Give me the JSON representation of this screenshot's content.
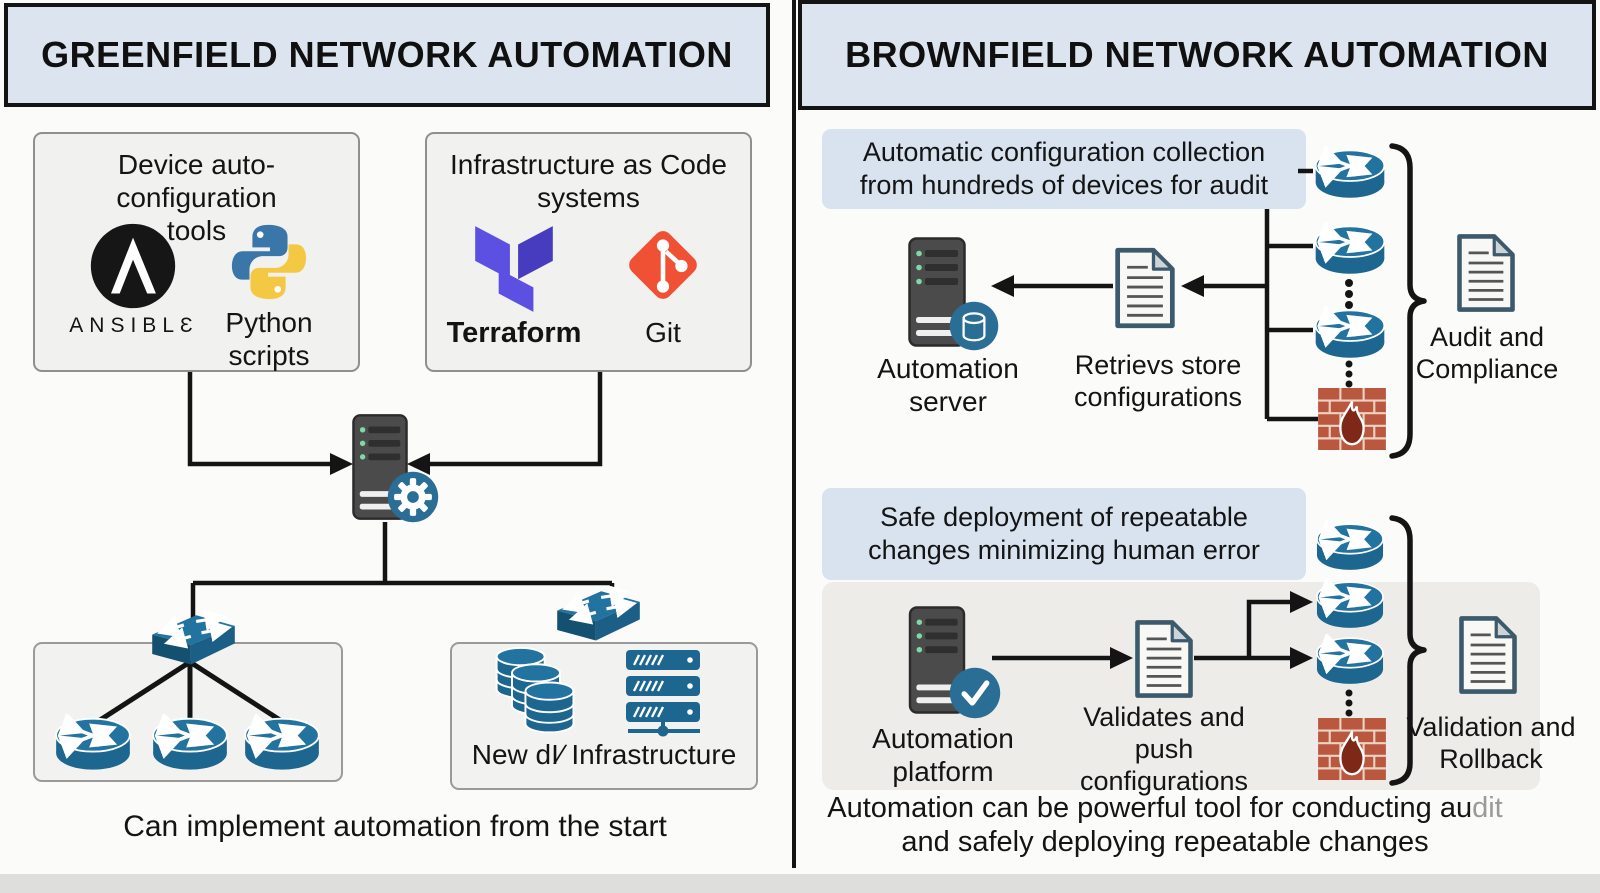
{
  "left": {
    "title": "GREENFIELD NETWORK AUTOMATION",
    "tools_box": {
      "title": "Device auto-configuration\ntools",
      "ansible_label": "ANSIBLƐ",
      "python_label": "Python\nscripts"
    },
    "iac_box": {
      "title": "Infrastructure as Code\nsystems",
      "terraform_label": "Terraform",
      "git_label": "Git"
    },
    "new_infra_label": "New dI∕ Infrastructure",
    "caption": "Can implement automation from the start"
  },
  "right": {
    "title": "BROWNFIELD NETWORK AUTOMATION",
    "audit_flow": {
      "label": "Automatic configuration collection\nfrom hundreds of devices for audit",
      "server_label": "Automation\nserver",
      "doc_label": "Retrievs store\nconfigurations",
      "result_label": "Audit and\nCompliance"
    },
    "deploy_flow": {
      "label": "Safe deployment of repeatable\nchanges minimizing human error",
      "server_label": "Automation\nplatform",
      "doc_label": "Validates and push\nconfigurations",
      "result_label": "Validation and\nRollback"
    },
    "caption_line1": "Automation can be powerful tool for conducting au",
    "caption_line1_muted": "dit",
    "caption_line2": "and safely deploying repeatable changes"
  },
  "colors": {
    "header_fill": "#dce5ef",
    "label_fill": "#d8e3ef",
    "panel_gray": "#edece9",
    "network_blue": "#1d6690",
    "network_blue_light": "#2273a0",
    "badge_blue": "#2a6e96",
    "firewall_red": "#b9583f",
    "flame_red": "#7e2817",
    "git_orange": "#f05033",
    "terraform_purple": "#5b50e2",
    "python_blue": "#3b76a8",
    "python_yellow": "#f5c844",
    "server_gray": "#4b4b4b",
    "led_green": "#7fd9a4",
    "line_black": "#141414"
  }
}
